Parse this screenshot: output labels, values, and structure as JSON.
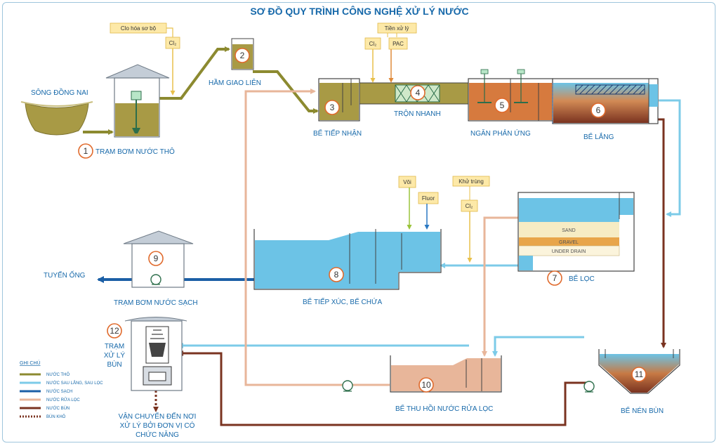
{
  "title": "SƠ ĐỒ QUY TRÌNH CÔNG NGHỆ XỬ LÝ NƯỚC",
  "source_river": "SÔNG ĐỒNG NAI",
  "units": {
    "u1": {
      "num": "1",
      "label": "TRẠM BƠM NƯỚC THÔ"
    },
    "u2": {
      "num": "2",
      "label": "HẦM GIAO LIÊN"
    },
    "u3": {
      "num": "3",
      "label": "BỂ TIẾP NHẬN"
    },
    "u4": {
      "num": "4",
      "label": "TRỘN NHANH"
    },
    "u5": {
      "num": "5",
      "label": "NGĂN PHẢN ỨNG"
    },
    "u6": {
      "num": "6",
      "label": "BỂ LẮNG"
    },
    "u7": {
      "num": "7",
      "label": "BỂ LỌC"
    },
    "u8": {
      "num": "8",
      "label": "BỂ TIẾP XÚC, BỂ CHỨA"
    },
    "u9": {
      "num": "9",
      "label": "TRẠM BƠM NƯỚC SẠCH"
    },
    "u10": {
      "num": "10",
      "label": "BỂ THU HỒI NƯỚC RỬA LỌC"
    },
    "u11": {
      "num": "11",
      "label": "BỂ NÉN BÙN"
    },
    "u12": {
      "num": "12",
      "label_lines": [
        "TRẠM",
        "XỬ LÝ",
        "BÙN"
      ]
    }
  },
  "chem": {
    "prechlor": "Clo hóa sơ bộ",
    "cl2": "Cl₂",
    "pretreat": "Tiền xử lý",
    "pac": "PAC",
    "lime": "Vôi",
    "fluor": "Fluor",
    "disinfect": "Khử trùng"
  },
  "filter_layers": {
    "sand": "SAND",
    "gravel": "GRAVEL",
    "underdrain": "UNDER DRAIN"
  },
  "outlet": "TUYẾN ỐNG",
  "transport_lines": [
    "VẬN CHUYỂN ĐẾN NƠI",
    "XỬ LÝ BỞI ĐƠN VỊ CÓ",
    "CHỨC NĂNG"
  ],
  "legend": {
    "title": "GHI CHÚ",
    "items": [
      {
        "label": "NƯỚC THÔ",
        "color": "#8c8a30",
        "style": "solid"
      },
      {
        "label": "NƯỚC SAU LẮNG, SAU LỌC",
        "color": "#7ccbe8",
        "style": "solid"
      },
      {
        "label": "NƯỚC SẠCH",
        "color": "#1b5fa6",
        "style": "solid"
      },
      {
        "label": "NƯỚC RỬA LỌC",
        "color": "#e8b69a",
        "style": "solid"
      },
      {
        "label": "NƯỚC BÙN",
        "color": "#7a3320",
        "style": "solid"
      },
      {
        "label": "BÙN KHÔ",
        "color": "#7a3320",
        "style": "dotted"
      }
    ]
  },
  "colors": {
    "raw": "#8c8a30",
    "settled": "#7ccbe8",
    "clean": "#1b5fa6",
    "backwash": "#e8b69a",
    "sludge": "#7a3320",
    "text": "#1769aa",
    "tank_water": "#6cc3e6",
    "circle": "#e06a2c"
  }
}
